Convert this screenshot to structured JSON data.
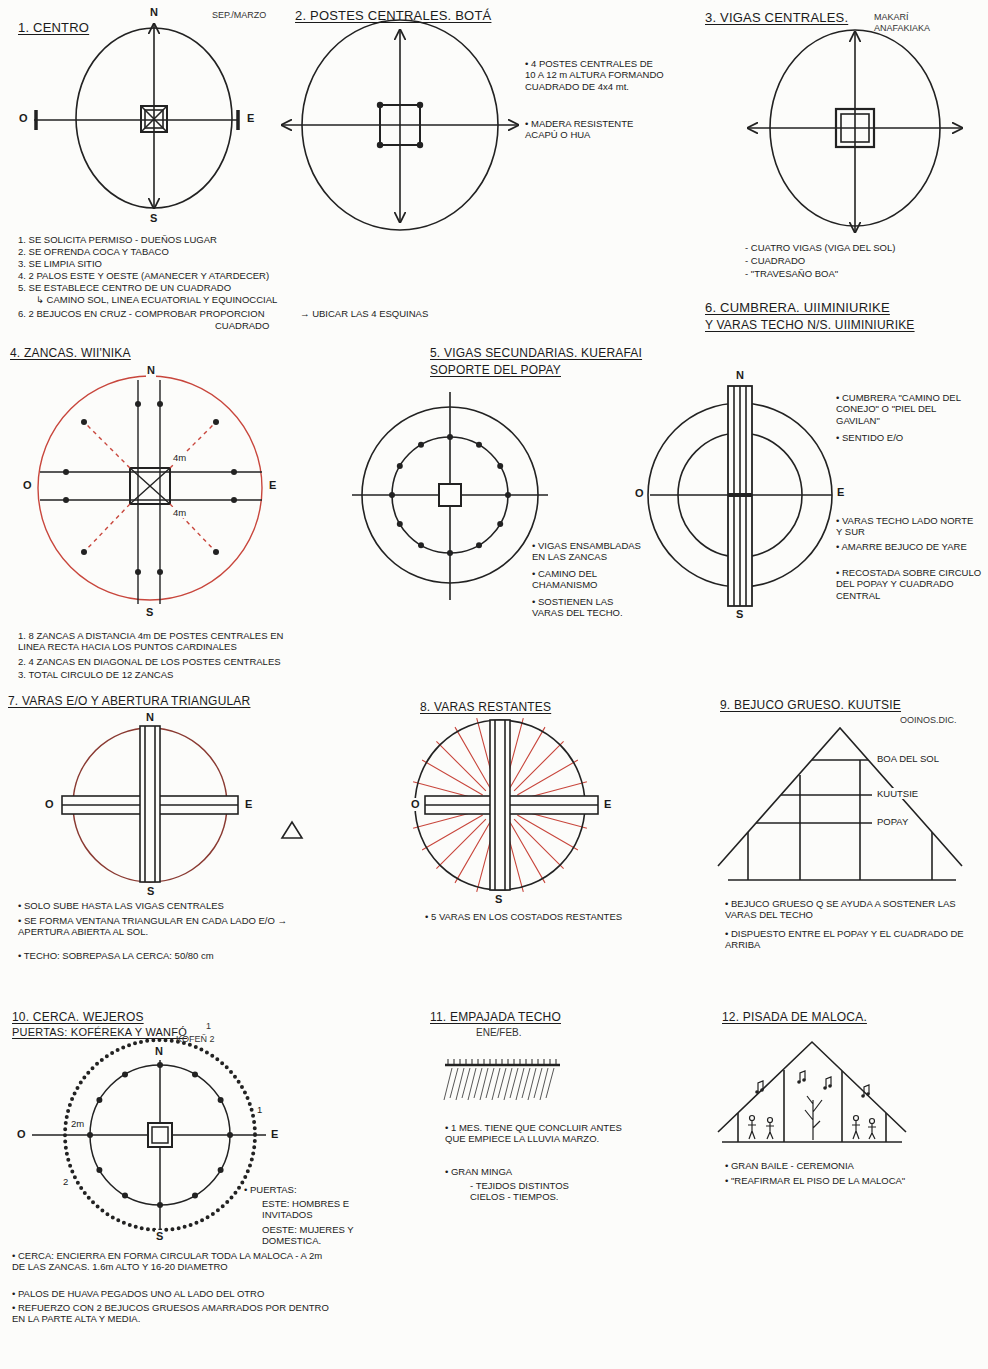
{
  "diagram": {
    "labels": [
      "1. CENTRO",
      "SEP./MARZO",
      "N",
      "O",
      "E",
      "S",
      "1. SE SOLICITA PERMISO - DUEÑOS LUGAR",
      "2. SE OFRENDA COCA Y TABACO",
      "3. SE LIMPIA SITIO",
      "4. 2 PALOS ESTE Y OESTE (AMANECER Y ATARDECER)",
      "5. SE ESTABLECE CENTRO DE UN CUADRADO",
      "↳ CAMINO SOL, LINEA ECUATORIAL Y EQUINOCCIAL",
      "6. 2 BEJUCOS EN CRUZ - COMPROBAR PROPORCION",
      "CUADRADO",
      "→ UBICAR LAS 4 ESQUINAS",
      "2. POSTES CENTRALES. BOTÁ",
      "• 4 POSTES CENTRALES DE 10 A 12 m ALTURA FORMANDO CUADRADO DE 4x4 mt.",
      "• MADERA RESISTENTE ACAPÚ O HUA",
      "3. VIGAS CENTRALES.",
      "MAKARÍ ANAFAKIAKA",
      "- CUATRO VIGAS (VIGA DEL SOL)",
      "- CUADRADO",
      "- \"TRAVESAÑO BOA\"",
      "6. CUMBRERA. UIIMINIURIKE",
      "Y VARAS TECHO N/S. UIIMINIURIKE",
      "N",
      "O",
      "E",
      "S",
      "• CUMBRERA \"CAMINO DEL CONEJO\" O \"PIEL DEL GAVILAN\"",
      "• SENTIDO E/O",
      "• VARAS TECHO LADO NORTE Y SUR",
      "• AMARRE BEJUCO DE YARE",
      "• RECOSTADA SOBRE CIRCULO DEL POPAY Y CUADRADO CENTRAL",
      "4. ZANCAS. WII'NIKA",
      "N",
      "O",
      "E",
      "S",
      "4m",
      "4m",
      "1. 8 ZANCAS A DISTANCIA 4m DE POSTES CENTRALES EN LINEA RECTA HACIA LOS PUNTOS CARDINALES",
      "2. 4 ZANCAS EN DIAGONAL DE LOS POSTES CENTRALES",
      "3. TOTAL CIRCULO DE 12 ZANCAS",
      "5. VIGAS SECUNDARIAS. KUERAFAI",
      "SOPORTE DEL POPAY",
      "• VIGAS ENSAMBLADAS EN LAS ZANCAS",
      "• CAMINO DEL CHAMANISMO",
      "• SOSTIENEN LAS VARAS DEL TECHO.",
      "7. VARAS E/O Y ABERTURA TRIANGULAR",
      "N",
      "O",
      "E",
      "S",
      "• SOLO SUBE HASTA LAS VIGAS CENTRALES",
      "• SE FORMA VENTANA TRIANGULAR EN CADA LADO E/O → APERTURA ABIERTA AL SOL.",
      "• TECHO: SOBREPASA LA CERCA: 50/80 cm",
      "8. VARAS RESTANTES",
      "O",
      "E",
      "S",
      "• 5 VARAS EN LOS COSTADOS RESTANTES",
      "9. BEJUCO GRUESO. KUUTSIE",
      "OOINOS.DIC.",
      "BOA DEL SOL",
      "KUUTSIE",
      "POPAY",
      "• BEJUCO GRUESO Q SE AYUDA A SOSTENER LAS VARAS DEL TECHO",
      "• DISPUESTO ENTRE EL POPAY Y EL CUADRADO DE ARRIBA",
      "10. CERCA. WEJEROS",
      "PUERTAS: KOFÉREKA Y WANFÓ",
      "1",
      "N",
      "KOFEÑ 2",
      "O",
      "E",
      "1",
      "2m",
      "2",
      "S",
      "• PUERTAS:",
      "ESTE: HOMBRES E INVITADOS",
      "OESTE: MUJERES Y DOMESTICA.",
      "• CERCA: ENCIERRA EN FORMA CIRCULAR TODA LA MALOCA - A 2m DE LAS ZANCAS. 1.6m ALTO Y 16-20 DIAMETRO",
      "• PALOS DE HUAVA PEGADOS UNO AL LADO DEL OTRO",
      "• REFUERZO CON 2 BEJUCOS GRUESOS AMARRADOS POR DENTRO EN LA PARTE ALTA Y MEDIA.",
      "11. EMPAJADA TECHO",
      "ENE/FEB.",
      "• 1 MES. TIENE QUE CONCLUIR ANTES QUE EMPIECE LA LLUVIA MARZO.",
      "• GRAN MINGA",
      "- TEJIDOS DISTINTOS CIELOS - TIEMPOS.",
      "12. PISADA DE MALOCA.",
      "• GRAN BAILE - CEREMONIA",
      "• \"REAFIRMAR EL PISO DE LA MALOCA\""
    ]
  }
}
